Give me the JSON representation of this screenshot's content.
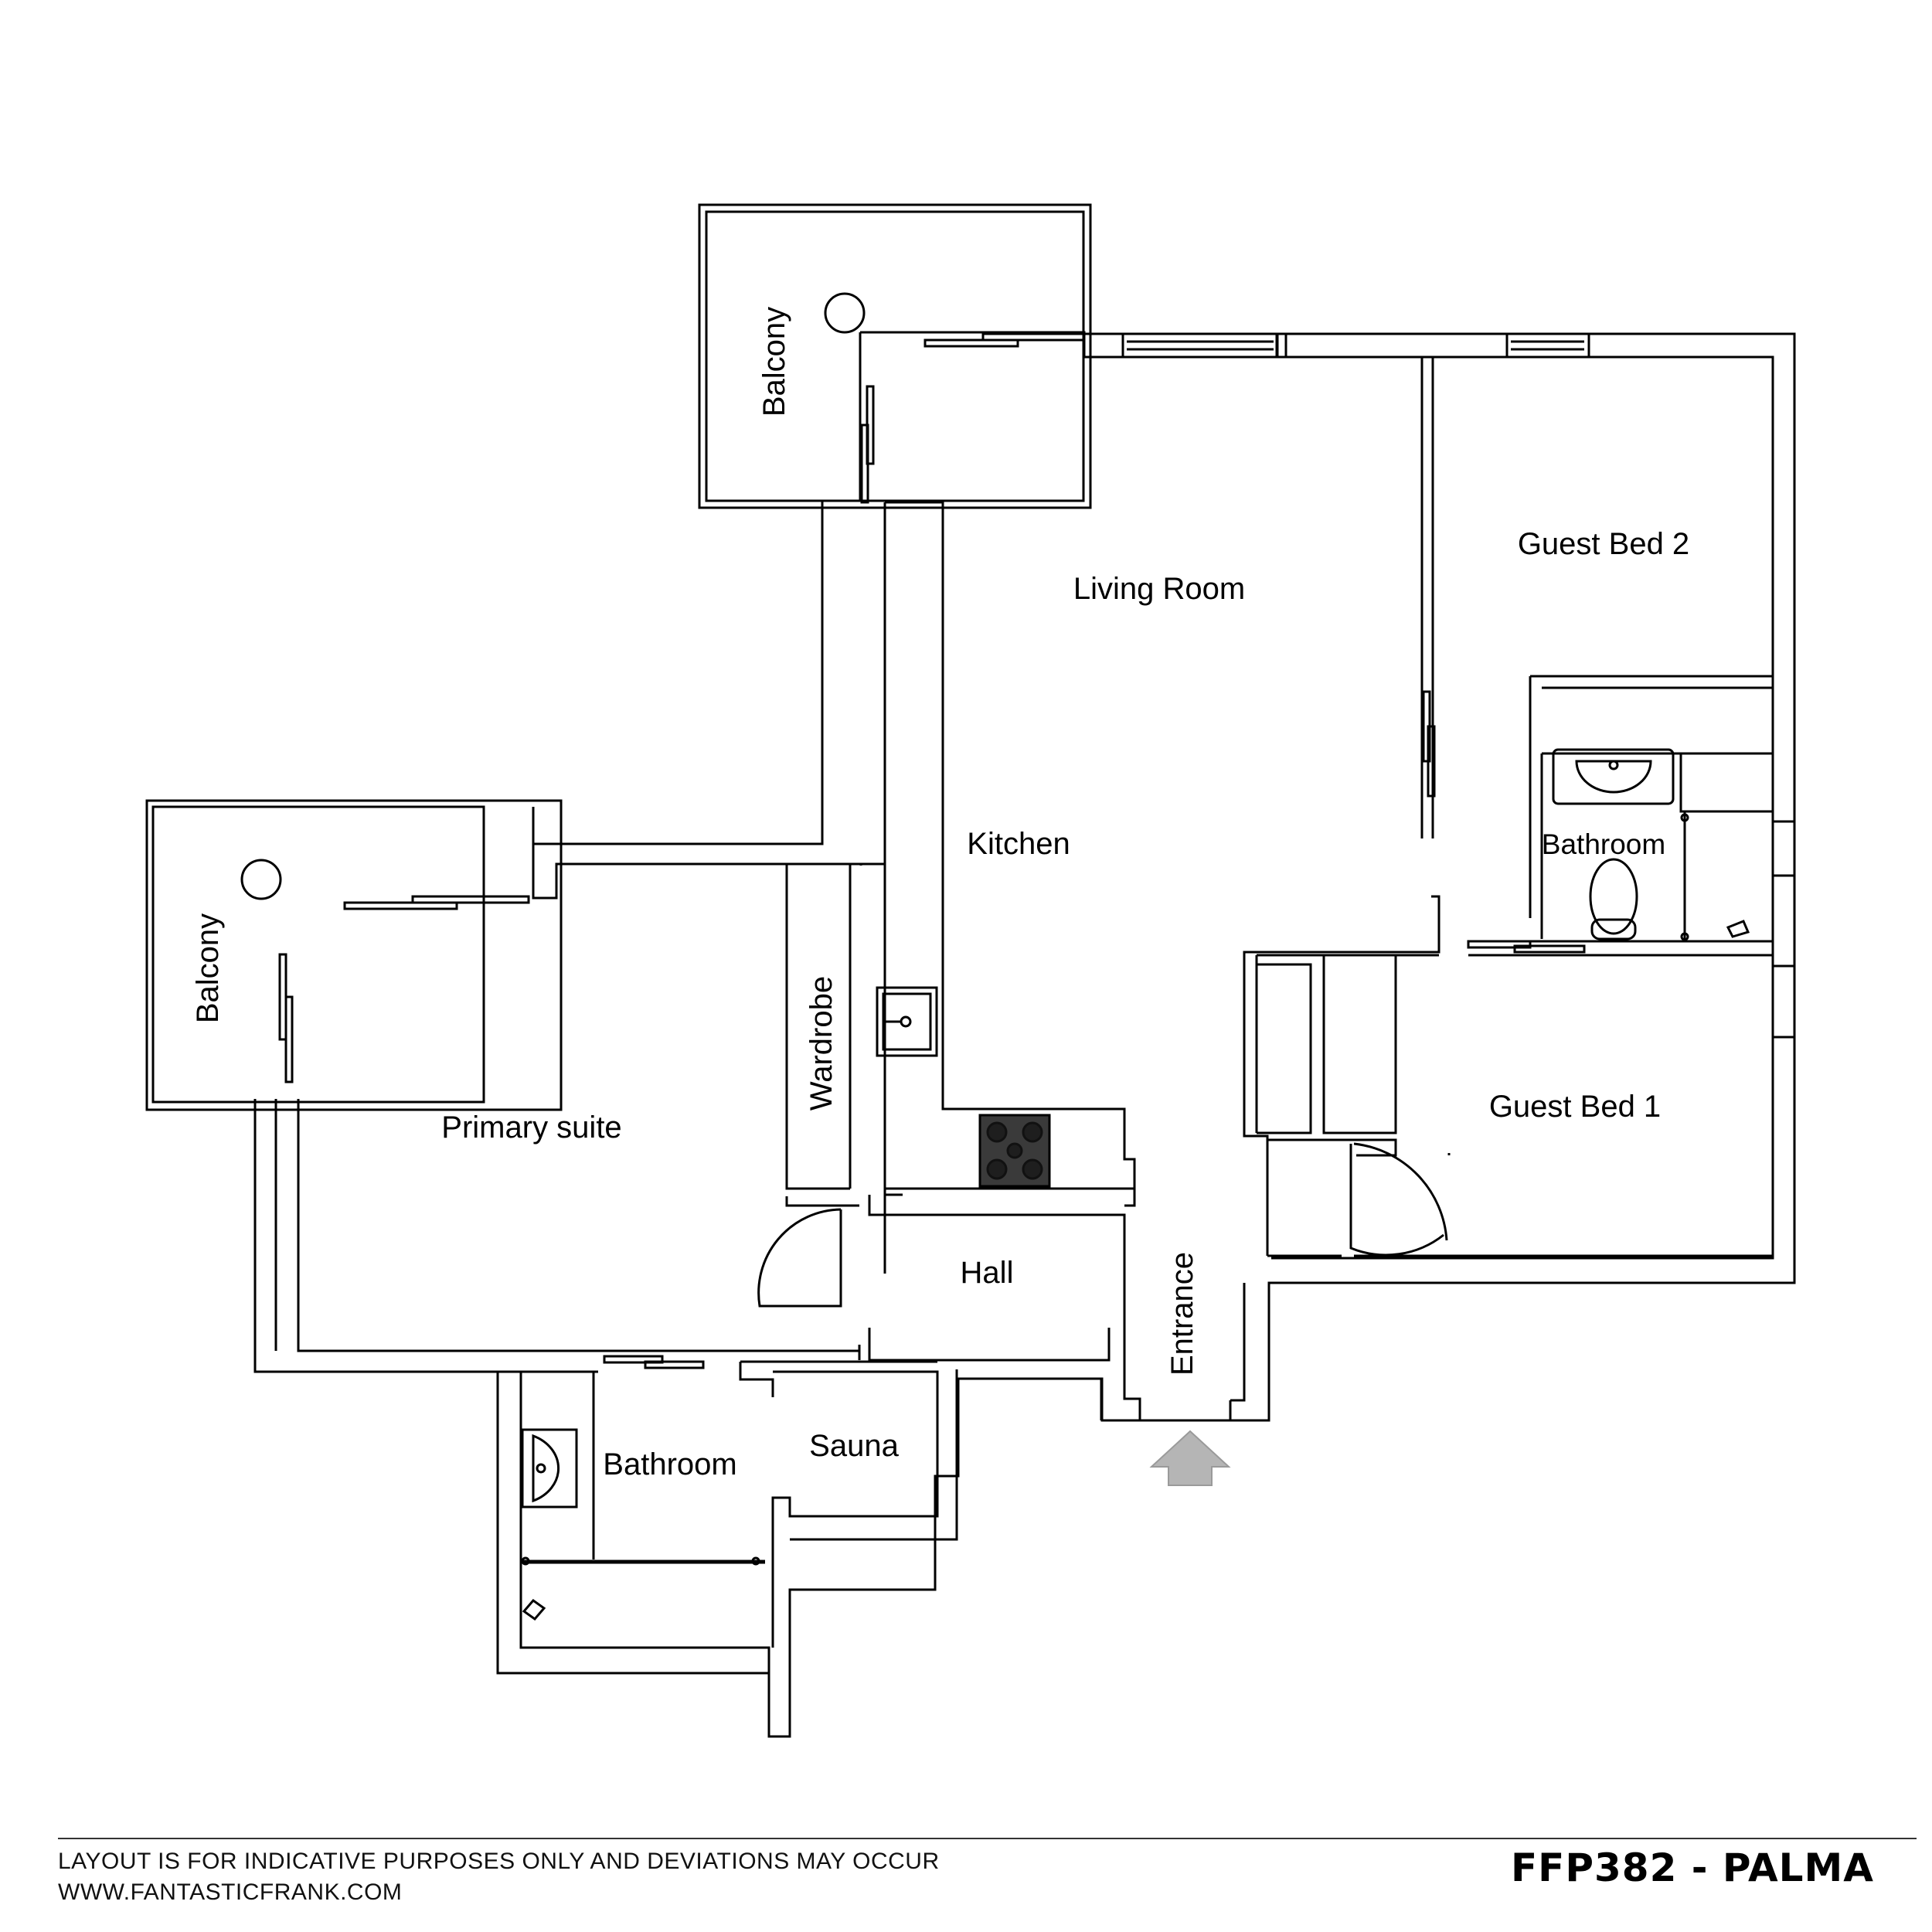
{
  "rooms": {
    "balcony_top": "Balcony",
    "balcony_left": "Balcony",
    "living_room": "Living Room",
    "guest_bed_2": "Guest Bed 2",
    "bathroom_guest": "Bathroom",
    "kitchen": "Kitchen",
    "wardrobe": "Wardrobe",
    "primary_suite": "Primary suite",
    "guest_bed_1": "Guest Bed 1",
    "hall": "Hall",
    "entrance": "Entrance",
    "bathroom_primary": "Bathroom",
    "sauna": "Sauna"
  },
  "footer": {
    "disclaimer": "LAYOUT IS FOR INDICATIVE PURPOSES ONLY AND DEVIATIONS MAY OCCUR",
    "website": "WWW.FANTASTICFRANK.COM",
    "plan_code": "FFP382 - PALMA"
  },
  "colors": {
    "wall": "#000000",
    "background": "#ffffff",
    "entrance_arrow": "#b5b5b5",
    "hob": "#3a3a3a"
  }
}
